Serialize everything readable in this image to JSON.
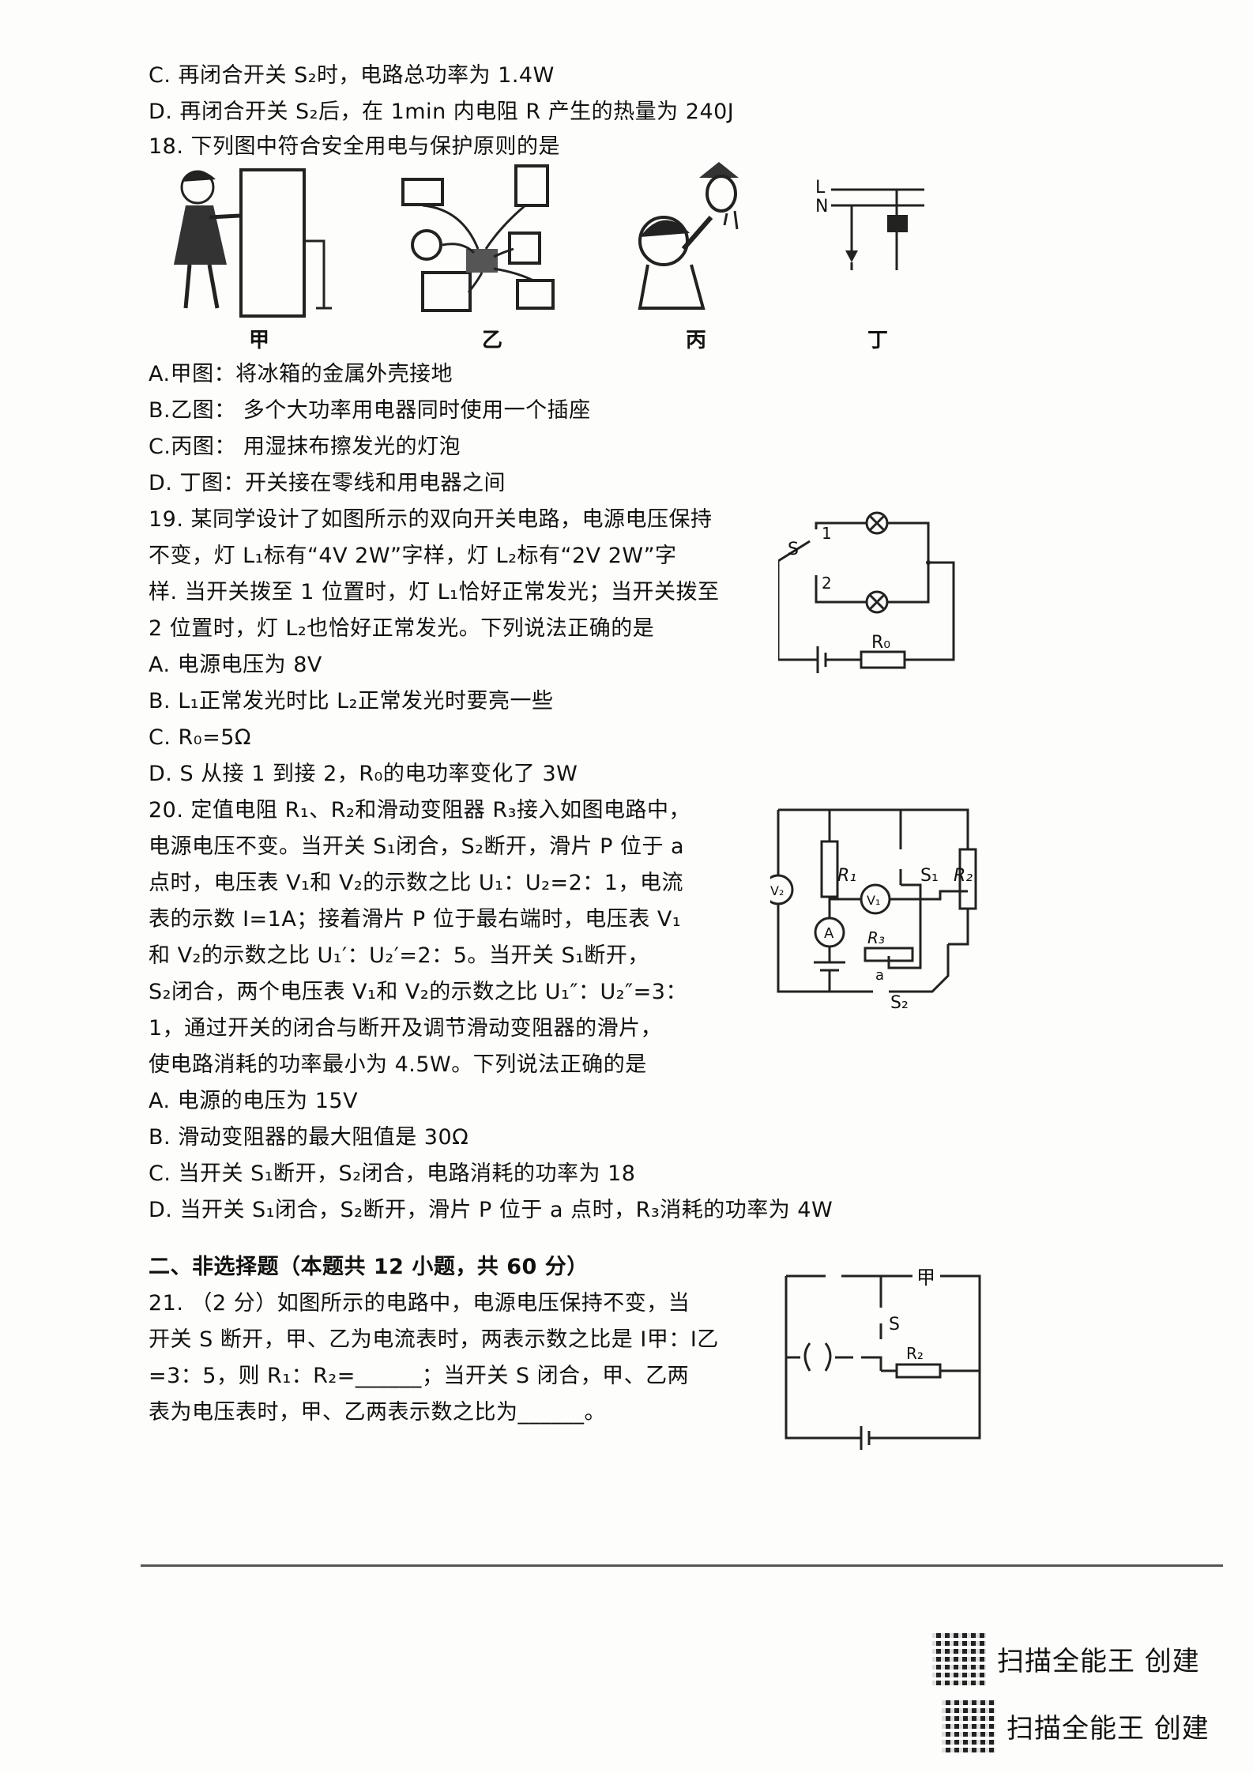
{
  "lines": {
    "l1": "C. 再闭合开关 S₂时，电路总功率为 1.4W",
    "l2": "D. 再闭合开关 S₂后，在 1min 内电阻 R 产生的热量为 240J",
    "q18": "18. 下列图中符合安全用电与保护原则的是",
    "q18a": "A.甲图：将冰箱的金属外壳接地",
    "q18b": "B.乙图： 多个大功率用电器同时使用一个插座",
    "q18c": "C.丙图： 用湿抹布擦发光的灯泡",
    "q18d": "D. 丁图：开关接在零线和用电器之间",
    "q19_1": "19. 某同学设计了如图所示的双向开关电路，电源电压保持",
    "q19_2": "不变，灯 L₁标有“4V  2W”字样，灯 L₂标有“2V  2W”字",
    "q19_3": "样. 当开关拨至 1 位置时，灯 L₁恰好正常发光；当开关拨至",
    "q19_4": "2 位置时，灯 L₂也恰好正常发光。下列说法正确的是",
    "q19a": "A. 电源电压为 8V",
    "q19b": "B. L₁正常发光时比 L₂正常发光时要亮一些",
    "q19c": "C. R₀=5Ω",
    "q19d": "D. S 从接 1 到接 2，R₀的电功率变化了 3W",
    "q20_1": "20. 定值电阻 R₁、R₂和滑动变阻器 R₃接入如图电路中，",
    "q20_2": "电源电压不变。当开关 S₁闭合，S₂断开，滑片 P 位于 a",
    "q20_3": "点时，电压表 V₁和 V₂的示数之比 U₁：U₂=2：1，电流",
    "q20_4": "表的示数 I=1A；接着滑片 P 位于最右端时，电压表 V₁",
    "q20_5": "和 V₂的示数之比 U₁′：U₂′=2：5。当开关 S₁断开，",
    "q20_6": "S₂闭合，两个电压表 V₁和 V₂的示数之比 U₁″：U₂″=3：",
    "q20_7": "1，通过开关的闭合与断开及调节滑动变阻器的滑片，",
    "q20_8": "使电路消耗的功率最小为 4.5W。下列说法正确的是",
    "q20a": "A. 电源的电压为 15V",
    "q20b": "B. 滑动变阻器的最大阻值是 30Ω",
    "q20c": "C. 当开关 S₁断开，S₂闭合，电路消耗的功率为 18",
    "q20d": "D. 当开关 S₁闭合，S₂断开，滑片 P 位于 a 点时，R₃消耗的功率为 4W",
    "sec2": "二、非选择题（本题共 12 小题，共 60 分）",
    "q21_1": "21. （2 分）如图所示的电路中，电源电压保持不变，当",
    "q21_2": "开关 S 断开，甲、乙为电流表时，两表示数之比是 I甲：I乙",
    "q21_3": "=3：5，则 R₁：R₂=______；当开关 S 闭合，甲、乙两",
    "q21_4": "表为电压表时，甲、乙两表示数之比为______。"
  },
  "fig18": {
    "labels": [
      "甲",
      "乙",
      "丙",
      "丁"
    ],
    "wire_L": "L",
    "wire_N": "N"
  },
  "fig19": {
    "s": "S",
    "p1": "1",
    "p2": "2",
    "r0": "R₀"
  },
  "fig20": {
    "r1": "R₁",
    "r2": "R₂",
    "r3": "R₃",
    "s1": "S₁",
    "s2": "S₂",
    "v1": "V₁",
    "v2": "V₂",
    "a": "A",
    "a_pt": "a"
  },
  "fig21": {
    "jia": "甲",
    "s": "S",
    "r2": "R₂"
  },
  "watermark": {
    "text1": "扫描全能王 创建",
    "text2": "扫描全能王  创建"
  }
}
